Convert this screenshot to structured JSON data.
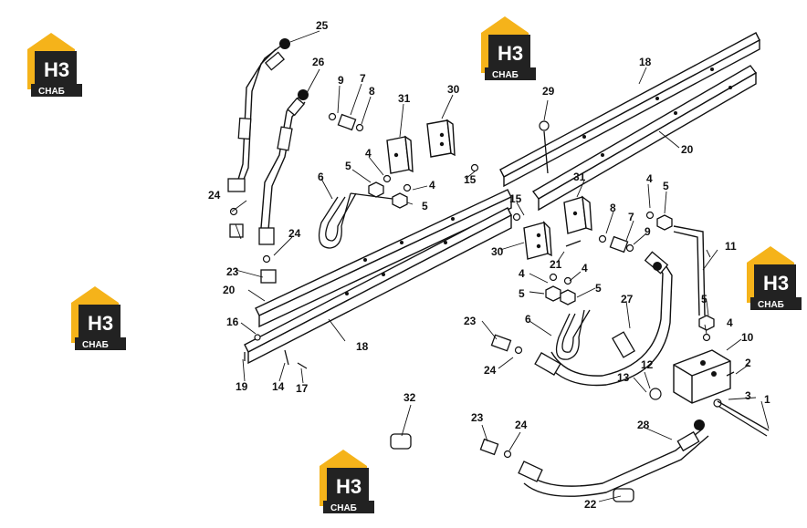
{
  "logo": {
    "mark": "H3",
    "caption": "СНАБ",
    "color": "#f5b31a",
    "dark": "#1a1a1a"
  },
  "callouts": [
    "1",
    "2",
    "3",
    "4",
    "5",
    "6",
    "7",
    "8",
    "9",
    "10",
    "11",
    "12",
    "13",
    "14",
    "15",
    "16",
    "17",
    "18",
    "19",
    "20",
    "21",
    "22",
    "23",
    "24",
    "25",
    "26",
    "27",
    "28",
    "29",
    "30",
    "31",
    "32"
  ]
}
